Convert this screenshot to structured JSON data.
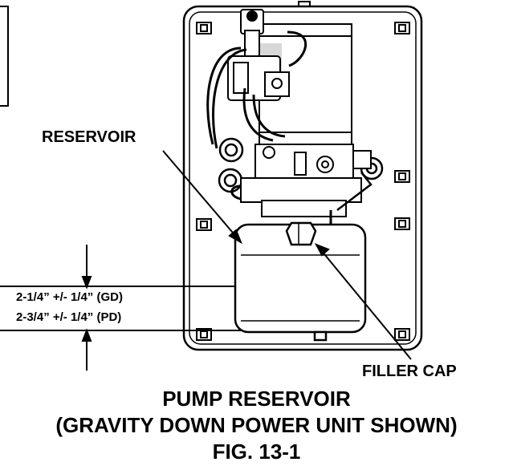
{
  "labels": {
    "reservoir": "RESERVOIR",
    "filler_cap": "FILLER CAP",
    "dim_gd": "2-1/4” +/- 1/4” (GD)",
    "dim_pd": "2-3/4” +/- 1/4” (PD)"
  },
  "caption": {
    "line1": "PUMP RESERVOIR",
    "line2": "(GRAVITY DOWN POWER UNIT SHOWN)",
    "line3": "FIG. 13-1"
  },
  "colors": {
    "ink": "#000000",
    "paper": "#ffffff"
  }
}
